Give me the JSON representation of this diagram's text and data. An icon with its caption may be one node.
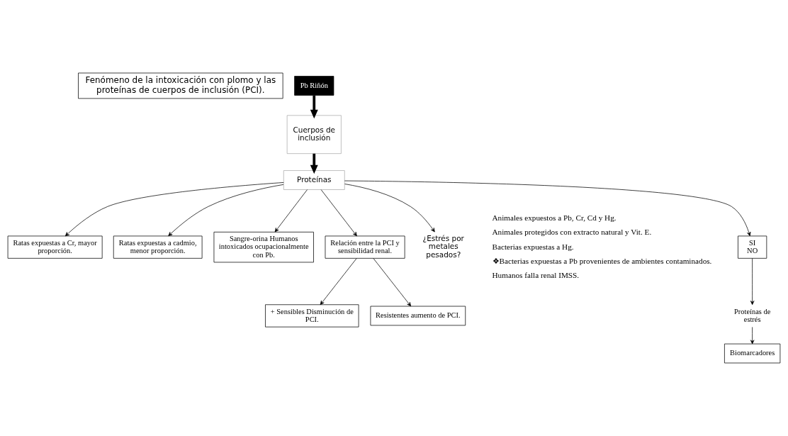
{
  "diagram": {
    "nodes": [
      {
        "text": [
          "Fenómeno de la intoxicación con plomo y las proteínas de cuerpos de inclusión (PCI)."
        ]
      },
      {
        "text": [
          "Pb Riñón"
        ]
      },
      {
        "text": [
          "Cuerpos de inclusión"
        ]
      },
      {
        "text": [
          "Proteínas"
        ]
      },
      {
        "text": [
          "Ratas expuestas a Cr, mayor proporción."
        ]
      },
      {
        "text": [
          "Ratas expuestas a cadmio, menor proporción."
        ]
      },
      {
        "text": [
          "Sangre-orina Humanos intoxicados ocupacionalmente con Pb."
        ]
      },
      {
        "text": [
          "Relación entre la PCI y sensibilidad renal."
        ]
      },
      {
        "text": [
          "+ Sensibles Disminución de PCI."
        ]
      },
      {
        "text": [
          "Resistentes aumento de PCI."
        ]
      },
      {
        "text": [
          "¿Estrés por metales pesados?"
        ]
      },
      {
        "text": [
          "SI NO"
        ]
      },
      {
        "text": [
          "Proteínas de estrés"
        ]
      },
      {
        "text": [
          "Biomarcadores"
        ]
      }
    ],
    "edges": [
      {
        "from": 1,
        "to": 2,
        "arrow": "to",
        "style": "thick"
      },
      {
        "from": 2,
        "to": 3,
        "arrow": "to",
        "style": "thick"
      },
      {
        "from": 3,
        "to": 4,
        "arrow": "to"
      },
      {
        "from": 3,
        "to": 5,
        "arrow": "to"
      },
      {
        "from": 3,
        "to": 6,
        "arrow": "to"
      },
      {
        "from": 3,
        "to": 7,
        "arrow": "to"
      },
      {
        "from": 3,
        "to": 10,
        "arrow": "to"
      },
      {
        "from": 3,
        "to": 11,
        "arrow": "to"
      },
      {
        "from": 7,
        "to": 8,
        "arrow": "to"
      },
      {
        "from": 7,
        "to": 9,
        "arrow": "to"
      },
      {
        "from": 11,
        "to": 12,
        "arrow": "to"
      },
      {
        "from": 12,
        "to": 13,
        "arrow": "to"
      }
    ],
    "labels": [
      "Animales expuestos a Pb, Cr, Cd y Hg.",
      "Animales protegidos con extracto natural y Vit. E.",
      "Bacterias expuestas a Hg.",
      "❖Bacterias expuestas a Pb provenientes de ambientes contaminados.",
      "Humanos falla renal IMSS."
    ]
  }
}
